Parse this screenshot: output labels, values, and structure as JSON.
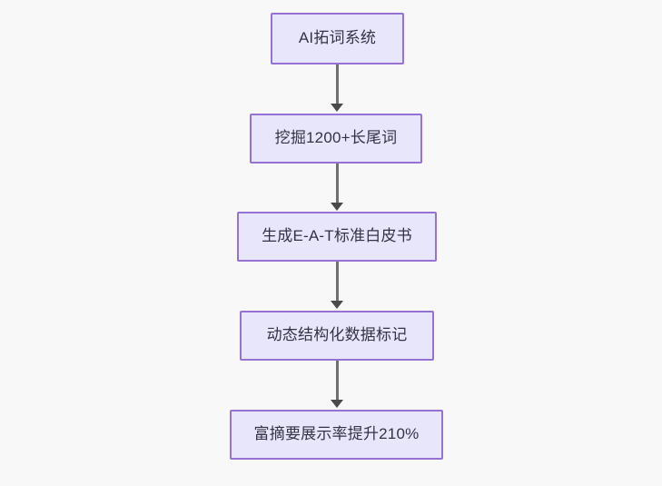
{
  "diagram": {
    "type": "flowchart",
    "direction": "top-to-bottom",
    "background_color": "#f8f8f8",
    "node_fill_color": "#e8e6fb",
    "node_border_color": "#9673d3",
    "node_text_color": "#333344",
    "connector_color": "#707070",
    "arrowhead_color": "#4a4a4a",
    "nodes": [
      {
        "id": "n1",
        "label": "AI拓词系统"
      },
      {
        "id": "n2",
        "label": "挖掘1200+长尾词"
      },
      {
        "id": "n3",
        "label": "生成E-A-T标准白皮书"
      },
      {
        "id": "n4",
        "label": "动态结构化数据标记"
      },
      {
        "id": "n5",
        "label": "富摘要展示率提升210%"
      }
    ],
    "edges": [
      {
        "from": "n1",
        "to": "n2",
        "label": ""
      },
      {
        "from": "n2",
        "to": "n3",
        "label": ""
      },
      {
        "from": "n3",
        "to": "n4",
        "label": ""
      },
      {
        "from": "n4",
        "to": "n5",
        "label": ""
      }
    ]
  }
}
